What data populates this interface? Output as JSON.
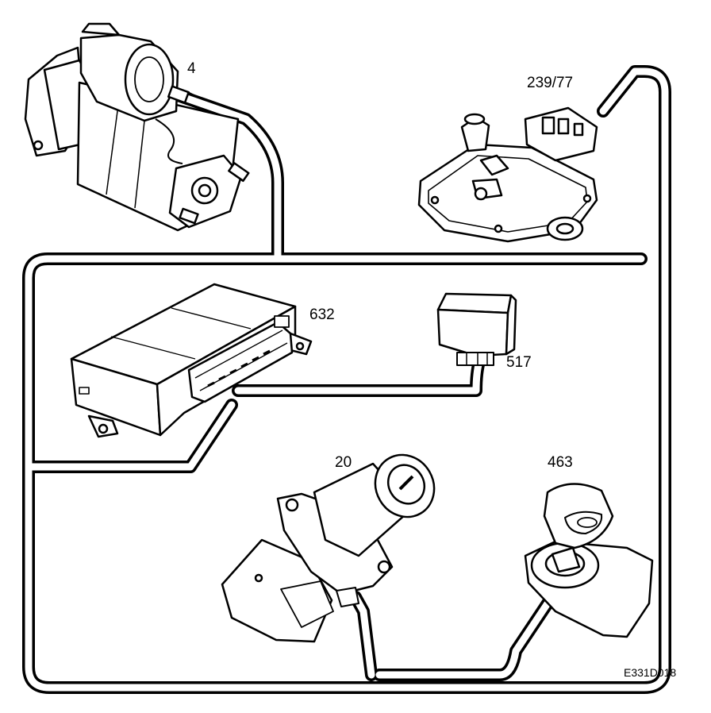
{
  "figure": {
    "reference_code": "E331D018"
  },
  "components": [
    {
      "id": "starter_motor",
      "label": "4"
    },
    {
      "id": "gear_selector_switch",
      "label": "239/77"
    },
    {
      "id": "control_module",
      "label": "632"
    },
    {
      "id": "relay",
      "label": "517"
    },
    {
      "id": "ignition_switch",
      "label": "20"
    },
    {
      "id": "key_reader",
      "label": "463"
    }
  ]
}
